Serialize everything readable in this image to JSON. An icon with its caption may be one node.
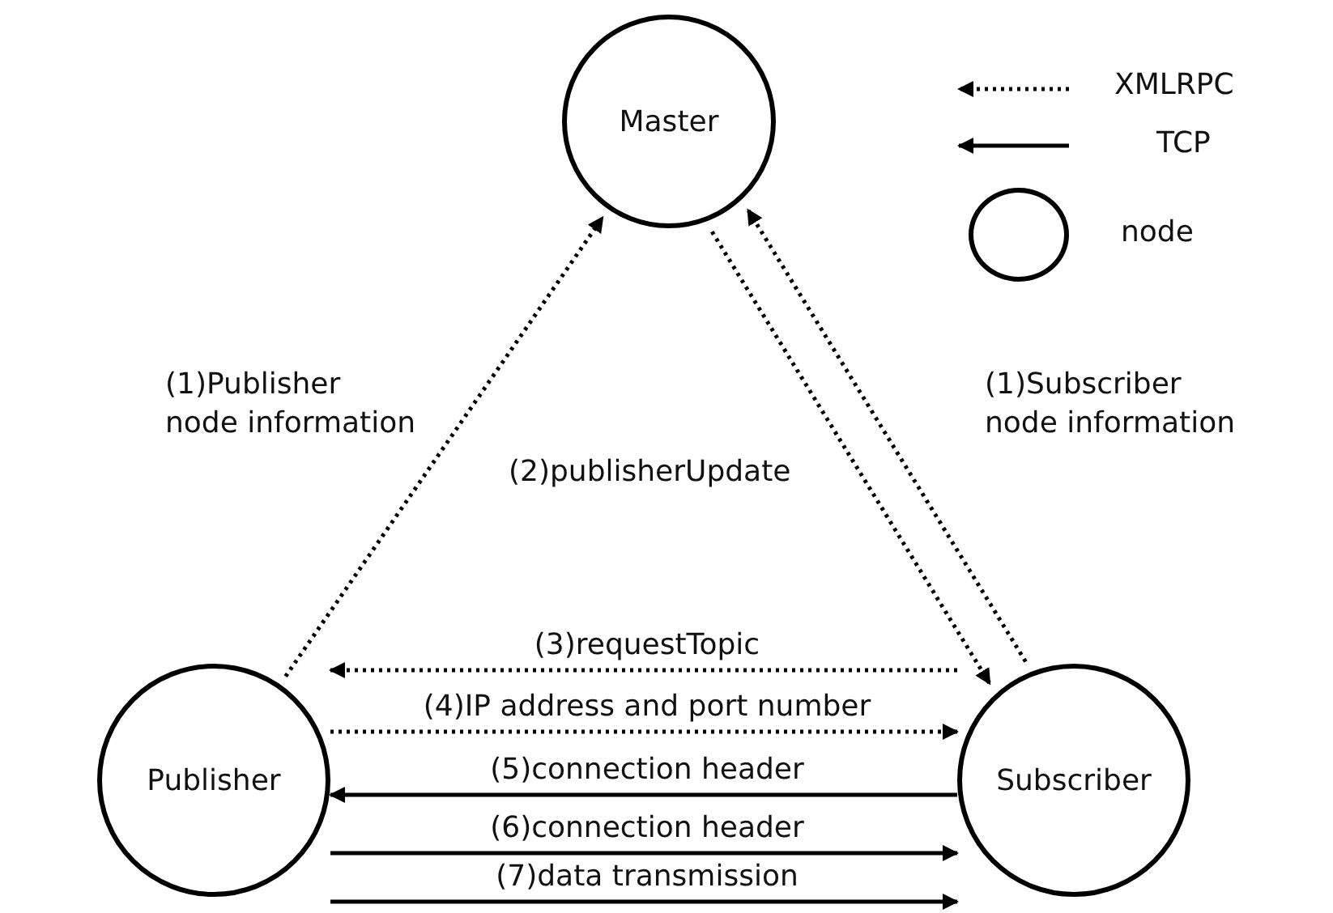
{
  "diagram": {
    "nodes": [
      {
        "text": [
          "Master"
        ]
      },
      {
        "text": [
          "Publisher"
        ]
      },
      {
        "text": [
          "Subscriber"
        ]
      }
    ],
    "edges": [
      {
        "from": 1,
        "to": 0,
        "arrow": "to",
        "label": "(1)Publisher node information",
        "style": "dashed"
      },
      {
        "from": 0,
        "to": 2,
        "arrow": "to",
        "label": "(2)publisherUpdate",
        "style": "dashed"
      },
      {
        "from": 2,
        "to": 0,
        "arrow": "to",
        "label": "(1)Subscriber node information",
        "style": "dashed"
      },
      {
        "from": 2,
        "to": 1,
        "arrow": "to",
        "label": "(3)requestTopic",
        "style": "dashed"
      },
      {
        "from": 1,
        "to": 2,
        "arrow": "to",
        "label": "(4)IP address and port number",
        "style": "dashed"
      },
      {
        "from": 2,
        "to": 1,
        "arrow": "to",
        "label": "(5)connection header"
      },
      {
        "from": 1,
        "to": 2,
        "arrow": "to",
        "label": "(6)connection header"
      },
      {
        "from": 1,
        "to": 2,
        "arrow": "to",
        "label": "(7)data transmission"
      }
    ],
    "legend": [
      {
        "text": "XMLRPC"
      },
      {
        "text": "TCP"
      },
      {
        "text": "node"
      }
    ]
  }
}
